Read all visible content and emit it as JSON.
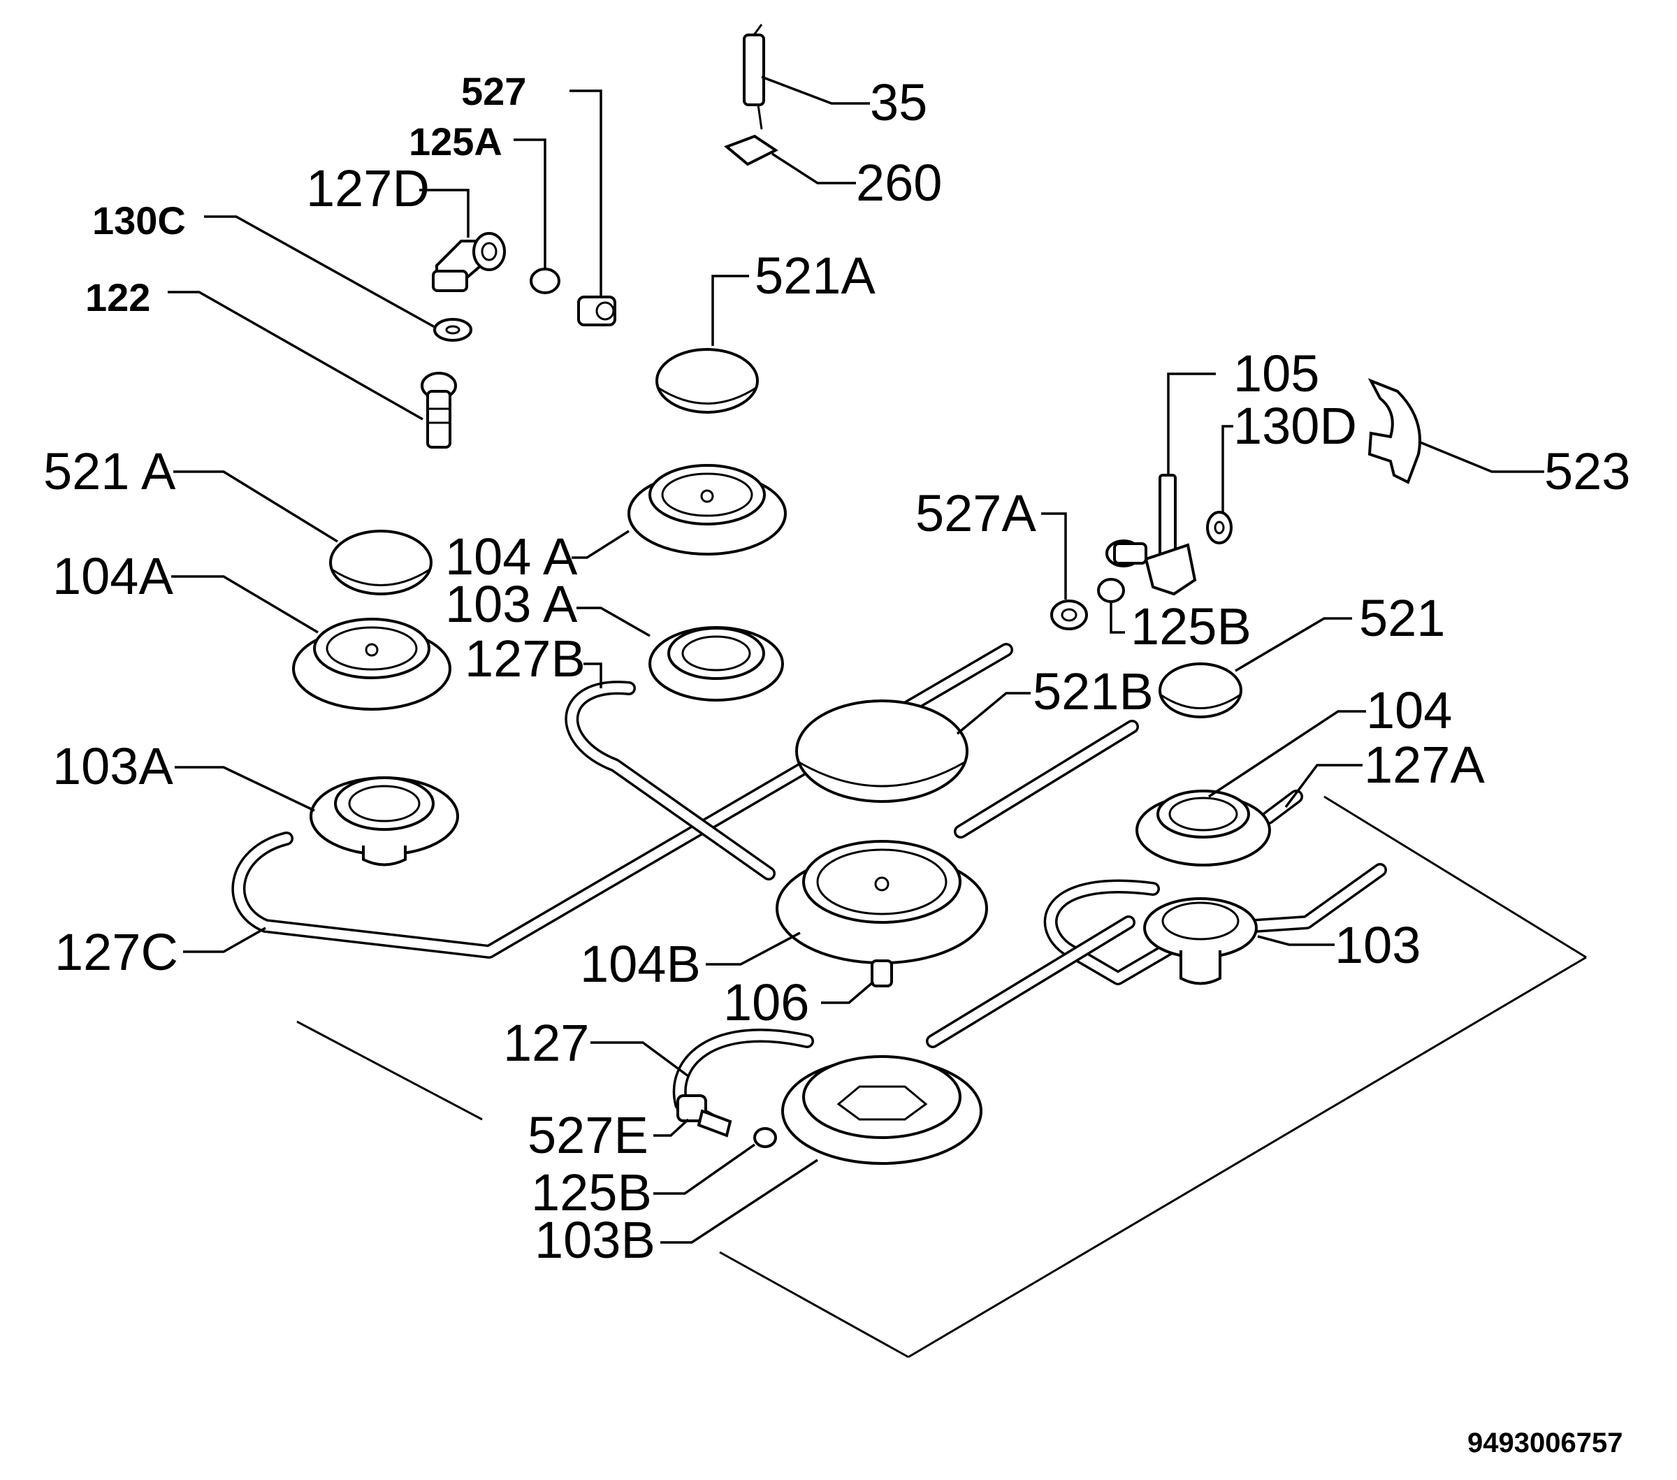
{
  "labels": {
    "l_527": "527",
    "l_125A": "125A",
    "l_127D": "127D",
    "l_130C": "130C",
    "l_122": "122",
    "l_35": "35",
    "l_260": "260",
    "l_521A_top": "521A",
    "l_105": "105",
    "l_130D": "130D",
    "l_523": "523",
    "l_521A_left": "521 A",
    "l_104A_left": "104A",
    "l_104A_mid": "104 A",
    "l_103A_mid": "103 A",
    "l_527A": "527A",
    "l_125B_right": "125B",
    "l_521": "521",
    "l_127B": "127B",
    "l_521B": "521B",
    "l_104": "104",
    "l_127A": "127A",
    "l_103A_left": "103A",
    "l_127C": "127C",
    "l_104B": "104B",
    "l_103": "103",
    "l_106": "106",
    "l_127": "127",
    "l_527E": "527E",
    "l_125B_bottom": "125B",
    "l_103B": "103B"
  },
  "document_number": "9493006757"
}
